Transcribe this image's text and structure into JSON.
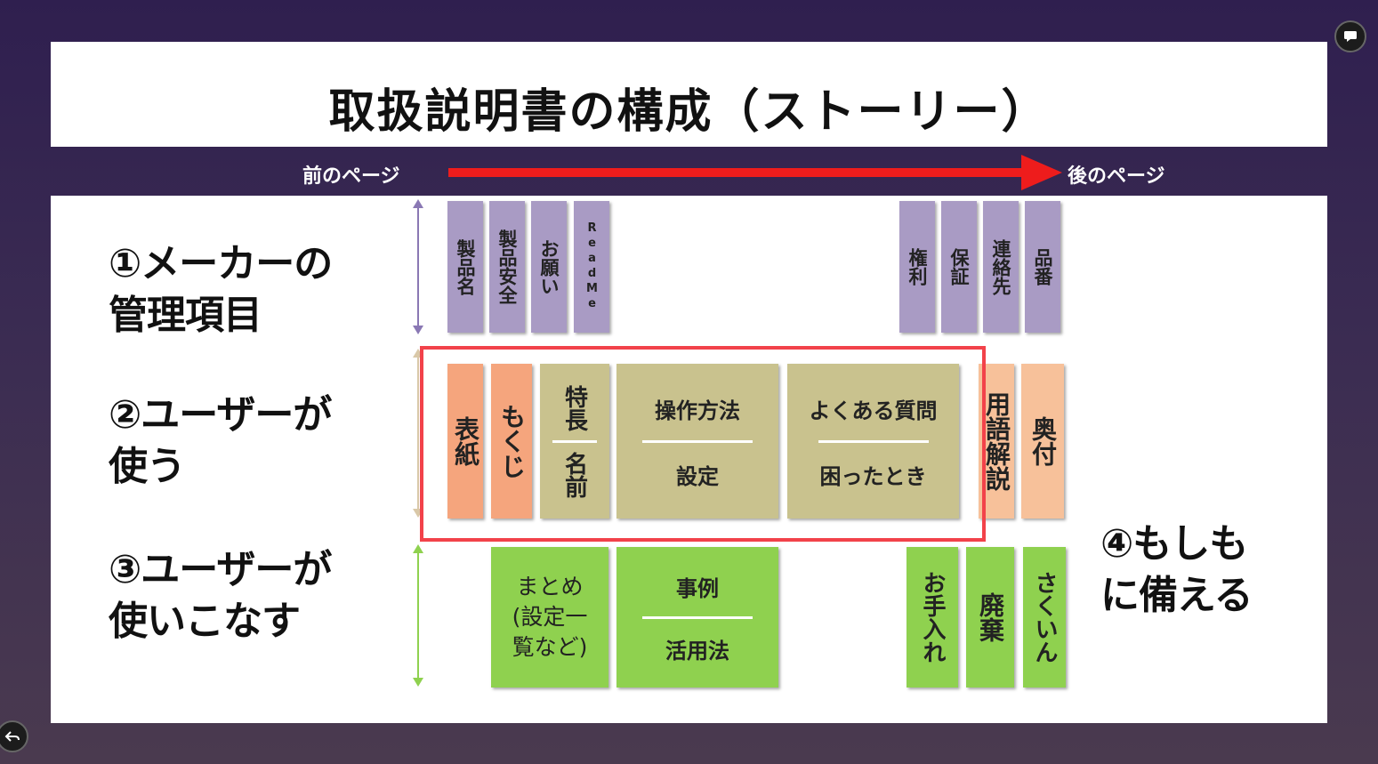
{
  "title": "取扱説明書の構成（ストーリー）",
  "nav": {
    "prev_label": "前のページ",
    "next_label": "後のページ"
  },
  "rows": {
    "maker": "①メーカーの\n管理項目",
    "user": "②ユーザーが\n使う",
    "power_user": "③ユーザーが\n使いこなす",
    "emergency": "④もしも\nに備える"
  },
  "cards": {
    "product_name": "製品名",
    "product_safety": "製品安全",
    "request": "お願い",
    "readme": "ReadMe",
    "rights": "権利",
    "warranty": "保証",
    "contact": "連絡先",
    "part_number": "品番",
    "cover": "表紙",
    "toc": "もくじ",
    "features": "特長",
    "names": "名前",
    "operation": "操作方法",
    "settings": "設定",
    "faq": "よくある質問",
    "troubleshooting": "困ったとき",
    "glossary": "用語解説",
    "colophon": "奥付",
    "summary": "まとめ\n(設定一\n覧など)",
    "examples": "事例",
    "applications": "活用法",
    "maintenance": "お手入れ",
    "disposal": "廃棄",
    "index": "さくいん"
  },
  "colors": {
    "maker_cards": "#a99bc4",
    "user_cards_edge": "#f5a57d",
    "user_cards_core": "#c9c28e",
    "power_user_cards": "#8fd14f",
    "arrow": "#ee1c1c",
    "highlight_frame": "#f2424a"
  },
  "icons": [
    "chat-icon",
    "back-arrow-icon"
  ]
}
